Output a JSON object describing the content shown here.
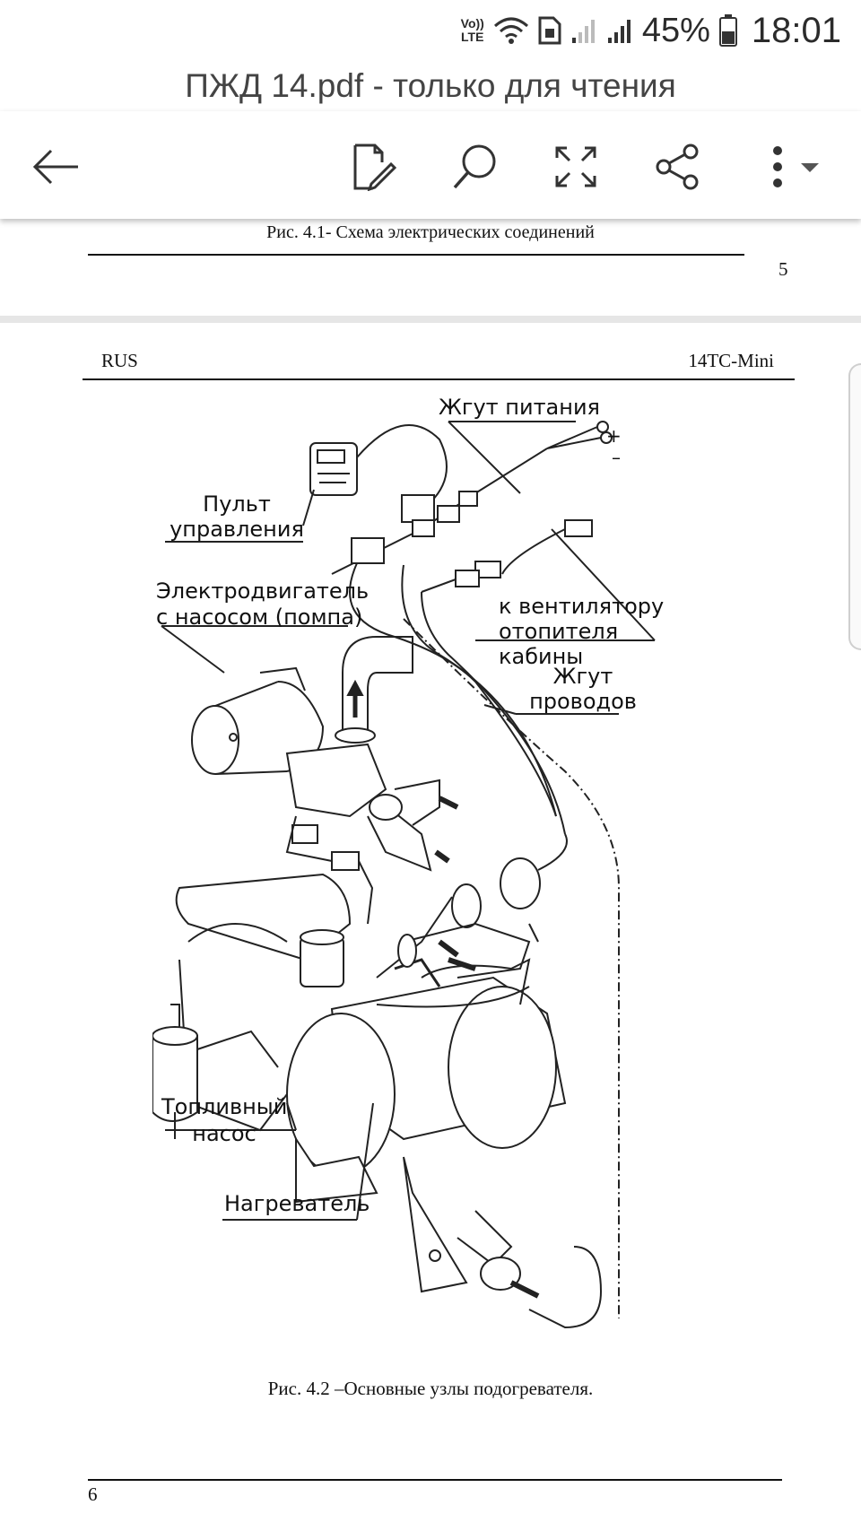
{
  "status_bar": {
    "volte_top": "Vo))",
    "volte_bottom": "LTE",
    "battery": "45%",
    "time": "18:01"
  },
  "title": "ПЖД 14.pdf - только для чтения",
  "toolbar": {
    "back": "arrow-left-icon",
    "edit": "edit-document-icon",
    "search": "search-icon",
    "fullscreen": "fullscreen-icon",
    "share": "share-icon",
    "more": "more-vert-icon"
  },
  "document": {
    "prev_page": {
      "caption": "Рис. 4.1- Схема электрических соединений",
      "page_number": "5"
    },
    "page": {
      "header_left": "RUS",
      "header_right": "14TC-Mini",
      "labels": {
        "power_harness": "Жгут питания",
        "plus": "+",
        "minus": "–",
        "control_panel_1": "Пульт",
        "control_panel_2": "управления",
        "motor_1": "Электродвигатель",
        "motor_2": "с насосом (помпа)",
        "fan_1": "к вентилятору",
        "fan_2": "отопителя кабины",
        "wire_harness_1": "Жгут",
        "wire_harness_2": "проводов",
        "fuel_pump_1": "Топливный",
        "fuel_pump_2": "насос",
        "heater": "Нагреватель"
      },
      "caption": "Рис. 4.2 –Основные узлы подогревателя.",
      "page_number": "6"
    }
  }
}
